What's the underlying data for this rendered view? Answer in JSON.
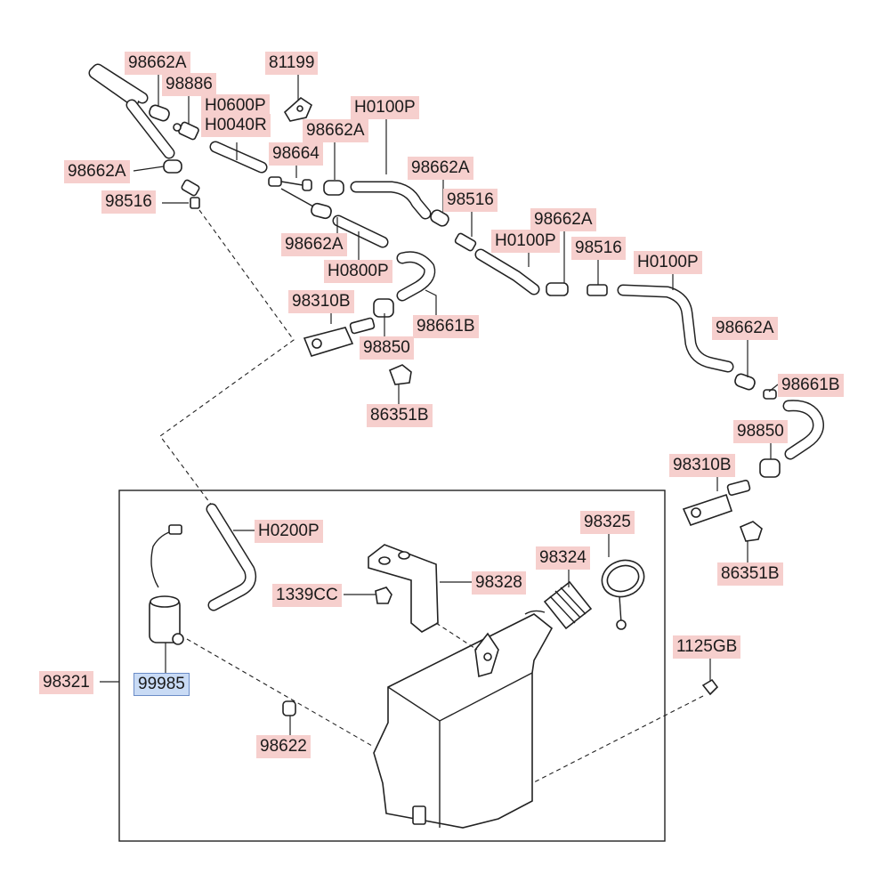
{
  "labels": {
    "l98662a_1": "98662A",
    "l98886": "98886",
    "l81199": "81199",
    "lh0600p": "H0600P",
    "lh0040r": "H0040R",
    "lh0100p_1": "H0100P",
    "l98662a_2": "98662A",
    "l98664": "98664",
    "l98662a_3": "98662A",
    "l98516_1": "98516",
    "l98662a_4": "98662A",
    "l98516_2": "98516",
    "l98662a_5": "98662A",
    "lh0100p_2": "H0100P",
    "l98516_3": "98516",
    "lh0100p_3": "H0100P",
    "l98662a_6": "98662A",
    "lh0800p": "H0800P",
    "l98310b_1": "98310B",
    "l98661b_1": "98661B",
    "l98850_1": "98850",
    "l86351b_1": "86351B",
    "l98662a_7": "98662A",
    "l98661b_2": "98661B",
    "l98850_2": "98850",
    "l98310b_2": "98310B",
    "l86351b_2": "86351B",
    "lh0200p": "H0200P",
    "l98325": "98325",
    "l98324": "98324",
    "l98328": "98328",
    "l1339cc": "1339CC",
    "l1125gb": "1125GB",
    "l98321": "98321",
    "l99985": "99985",
    "l98622": "98622"
  },
  "colors": {
    "label_bg": "#f6cfcd",
    "highlight_bg": "#c9dbf5",
    "line": "#222222"
  }
}
